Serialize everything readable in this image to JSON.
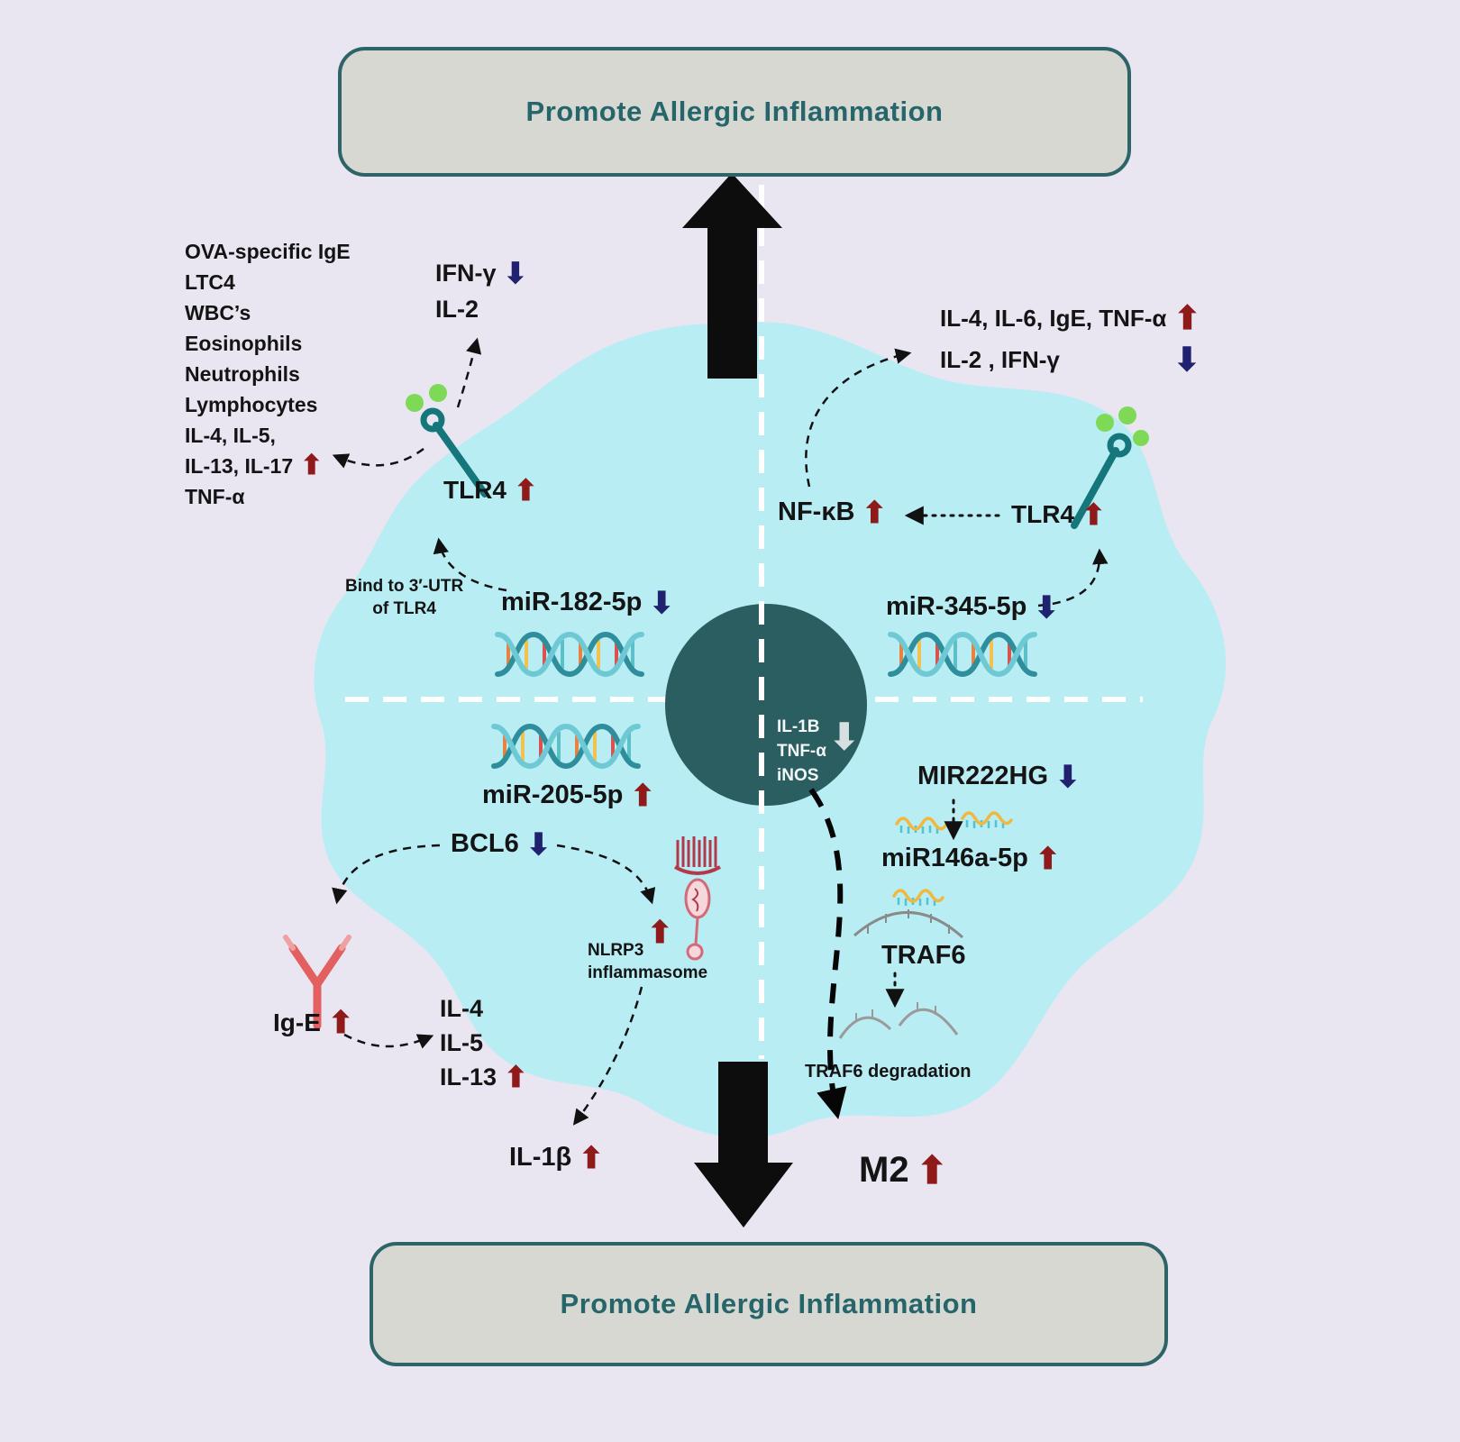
{
  "banners": {
    "top": "Promote Allergic Inflammation",
    "bottom": "Promote Allergic Inflammation"
  },
  "icons": {
    "up": "⬆",
    "down": "⬇"
  },
  "colors": {
    "background": "#e9e6f2",
    "cell": "#b8edf4",
    "nucleus": "#2b5e61",
    "banner_bg": "#d8d8d3",
    "banner_border": "#2d6468",
    "banner_text": "#26666b",
    "up_arrow": "#8e1a1a",
    "down_arrow": "#20226f",
    "receptor": "#15767c",
    "ligand_dot": "#7ed957",
    "antibody": "#e26060"
  },
  "top_left": {
    "effects": [
      "OVA-specific IgE",
      "LTC4",
      "WBC’s",
      "Eosinophils",
      "Neutrophils",
      "Lymphocytes",
      "IL-4, IL-5,",
      " IL-13, IL-17",
      "TNF-α"
    ],
    "ifn": "IFN-γ",
    "il2": "IL-2",
    "tlr4": "TLR4",
    "bind1": "Bind to 3′-UTR",
    "bind2": "of TLR4",
    "mir": "miR-182-5p"
  },
  "top_right": {
    "up_line": "IL-4, IL-6, IgE, TNF-α",
    "down_line": "IL-2 , IFN-γ",
    "nfkb": "NF-κB",
    "tlr4": "TLR4",
    "mir": "miR-345-5p"
  },
  "nucleus": {
    "l1": "IL-1B",
    "l2": "TNF-α",
    "l3": "iNOS"
  },
  "bottom_left": {
    "mir": "miR-205-5p",
    "bcl6": "BCL6",
    "ige": "Ig-E",
    "il4": "IL-4",
    "il5": "IL-5",
    "il13": "IL-13",
    "nlrp3_1": "NLRP3",
    "nlrp3_2": "inflammasome",
    "il1b": "IL-1β"
  },
  "bottom_right": {
    "lnc": "MIR222HG",
    "mir": "miR146a-5p",
    "traf6": "TRAF6",
    "deg": "TRAF6 degradation",
    "m2": "M2"
  }
}
